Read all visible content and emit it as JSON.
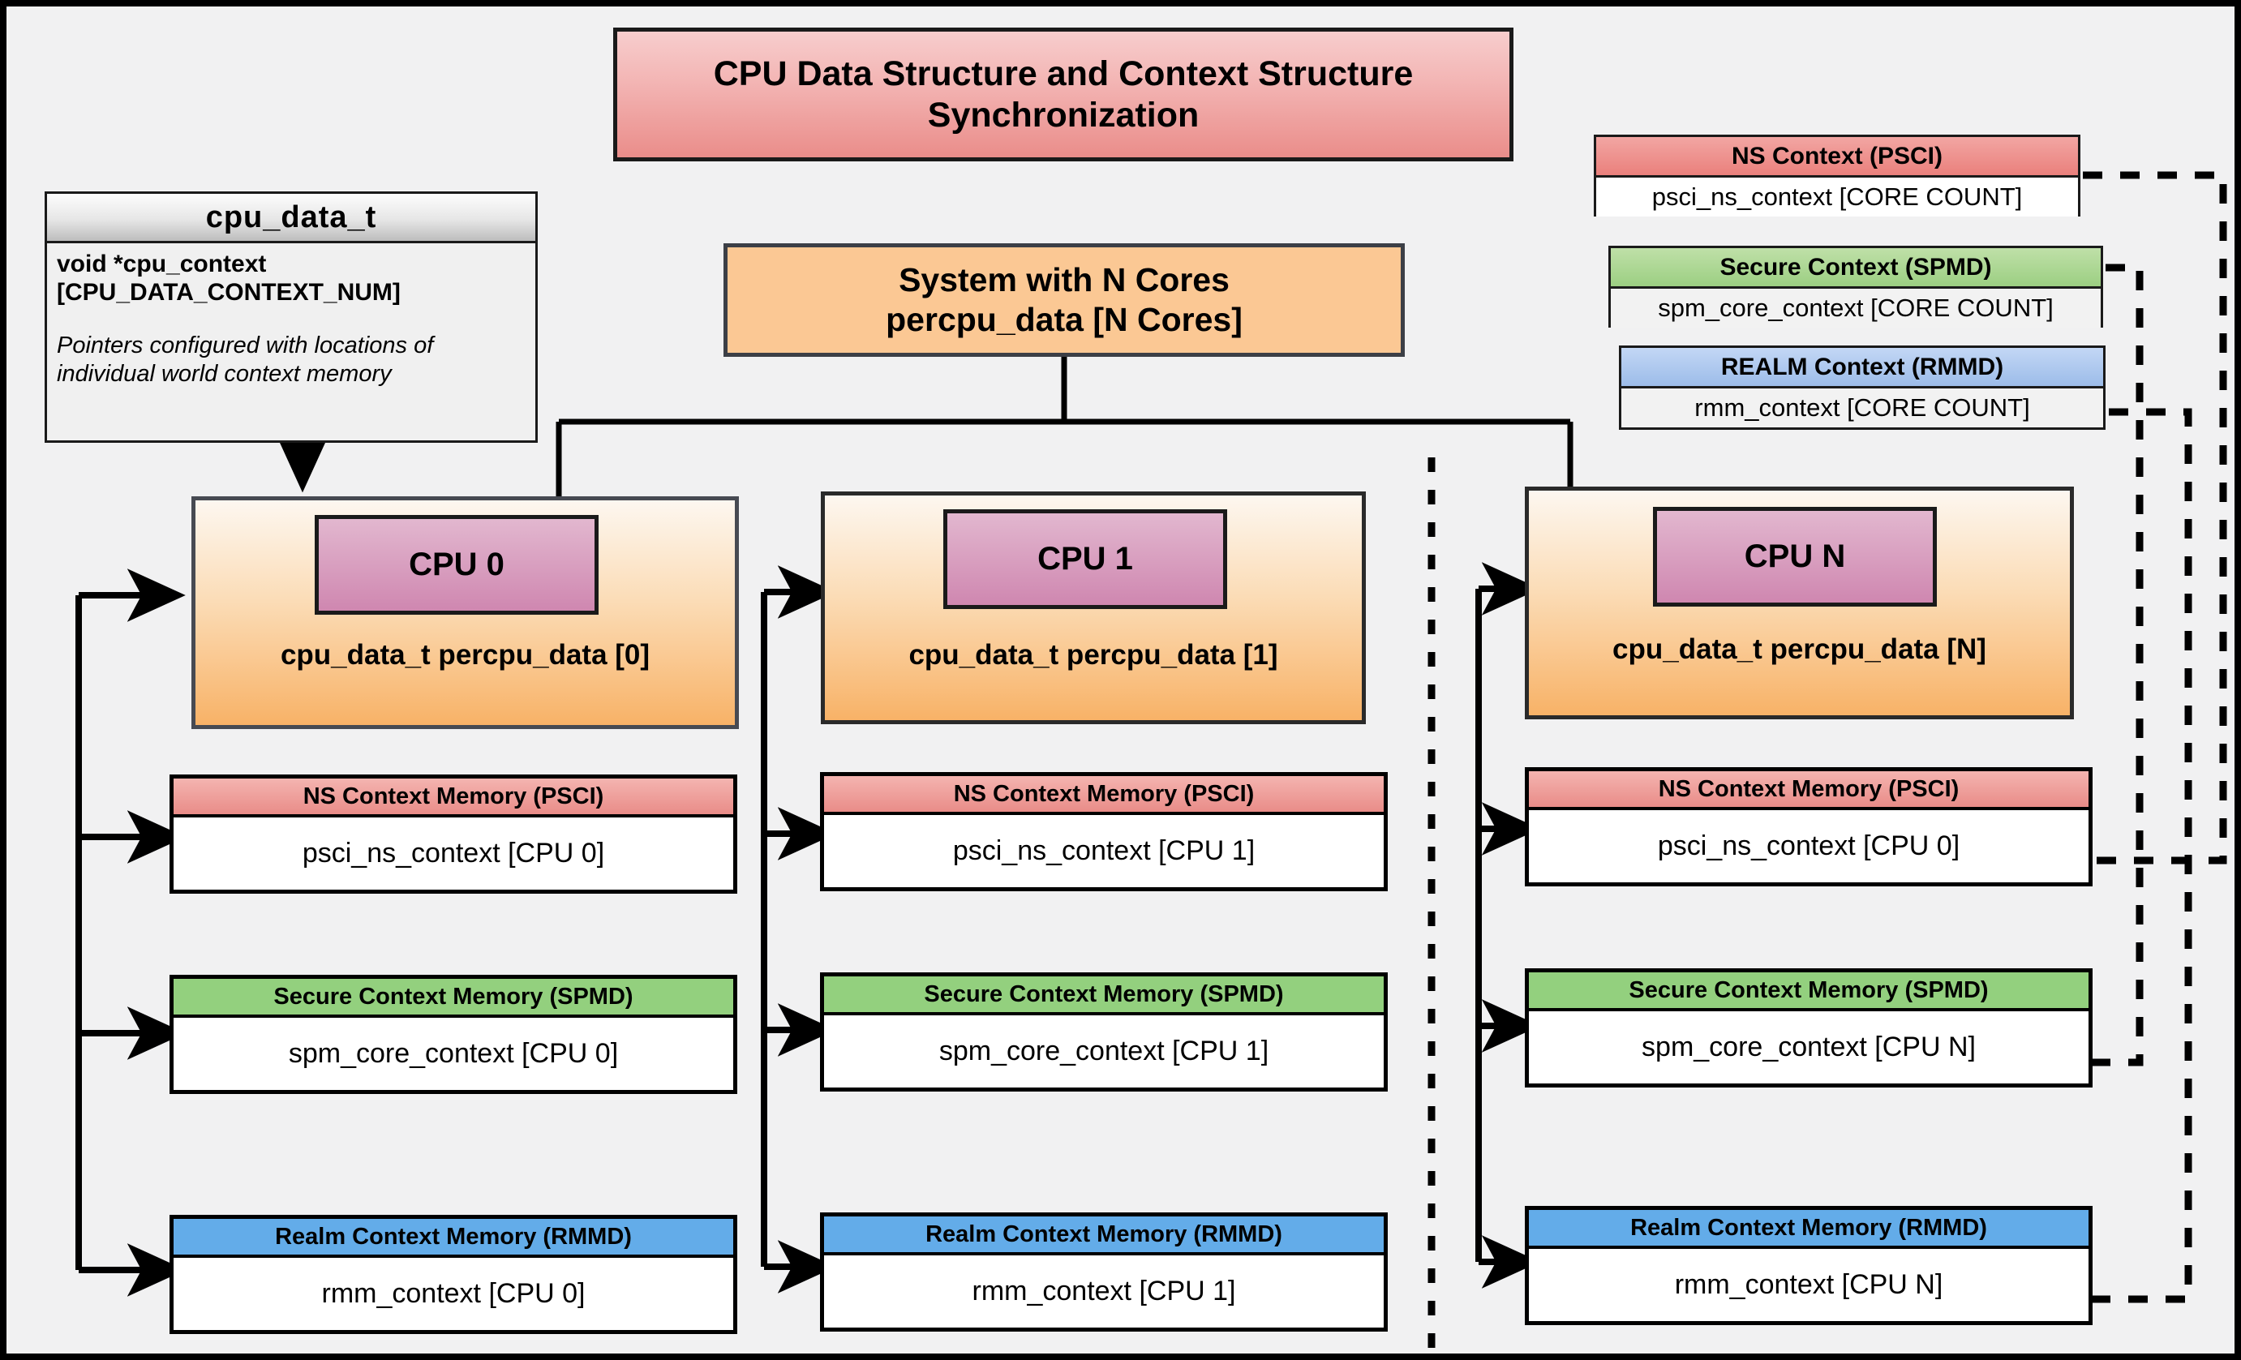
{
  "title": "CPU Data Structure and Context Structure Synchronization",
  "colors": {
    "background": "#f1f1f2",
    "title_banner": "#ea8d8a",
    "ns_red": "#e98c88",
    "secure_green": "#93d07e",
    "realm_blue": "#63ace9",
    "cpu_panel_orange": "#f8b267",
    "cpu_chip_pink": "#cf87b0",
    "system_box_orange": "#fbc894"
  },
  "cpu_data_t": {
    "header": "cpu_data_t",
    "field": "void  *cpu_context [CPU_DATA_CONTEXT_NUM]",
    "note": "Pointers configured with locations of individual world context memory"
  },
  "system": {
    "line1": "System with N Cores",
    "line2": "percpu_data [N Cores]"
  },
  "context_summary": [
    {
      "header": "NS Context  (PSCI)",
      "value": "psci_ns_context [CORE COUNT]"
    },
    {
      "header": "Secure Context (SPMD)",
      "value": "spm_core_context [CORE COUNT]"
    },
    {
      "header": "REALM Context (RMMD)",
      "value": "rmm_context [CORE COUNT]"
    }
  ],
  "cpus": [
    {
      "chip": "CPU 0",
      "label": "cpu_data_t percpu_data [0]",
      "memories": [
        {
          "header": "NS Context Memory (PSCI)",
          "value": "psci_ns_context [CPU 0]"
        },
        {
          "header": "Secure Context Memory (SPMD)",
          "value": "spm_core_context [CPU 0]"
        },
        {
          "header": "Realm Context Memory (RMMD)",
          "value": "rmm_context [CPU 0]"
        }
      ]
    },
    {
      "chip": "CPU 1",
      "label": "cpu_data_t percpu_data [1]",
      "memories": [
        {
          "header": "NS Context Memory (PSCI)",
          "value": "psci_ns_context [CPU 1]"
        },
        {
          "header": "Secure Context Memory (SPMD)",
          "value": "spm_core_context [CPU 1]"
        },
        {
          "header": "Realm Context Memory (RMMD)",
          "value": "rmm_context [CPU 1]"
        }
      ]
    },
    {
      "chip": "CPU N",
      "label": "cpu_data_t percpu_data [N]",
      "memories": [
        {
          "header": "NS Context Memory (PSCI)",
          "value": "psci_ns_context [CPU 0]"
        },
        {
          "header": "Secure Context Memory (SPMD)",
          "value": "spm_core_context [CPU N]"
        },
        {
          "header": "Realm Context Memory (RMMD)",
          "value": "rmm_context [CPU N]"
        }
      ]
    }
  ]
}
